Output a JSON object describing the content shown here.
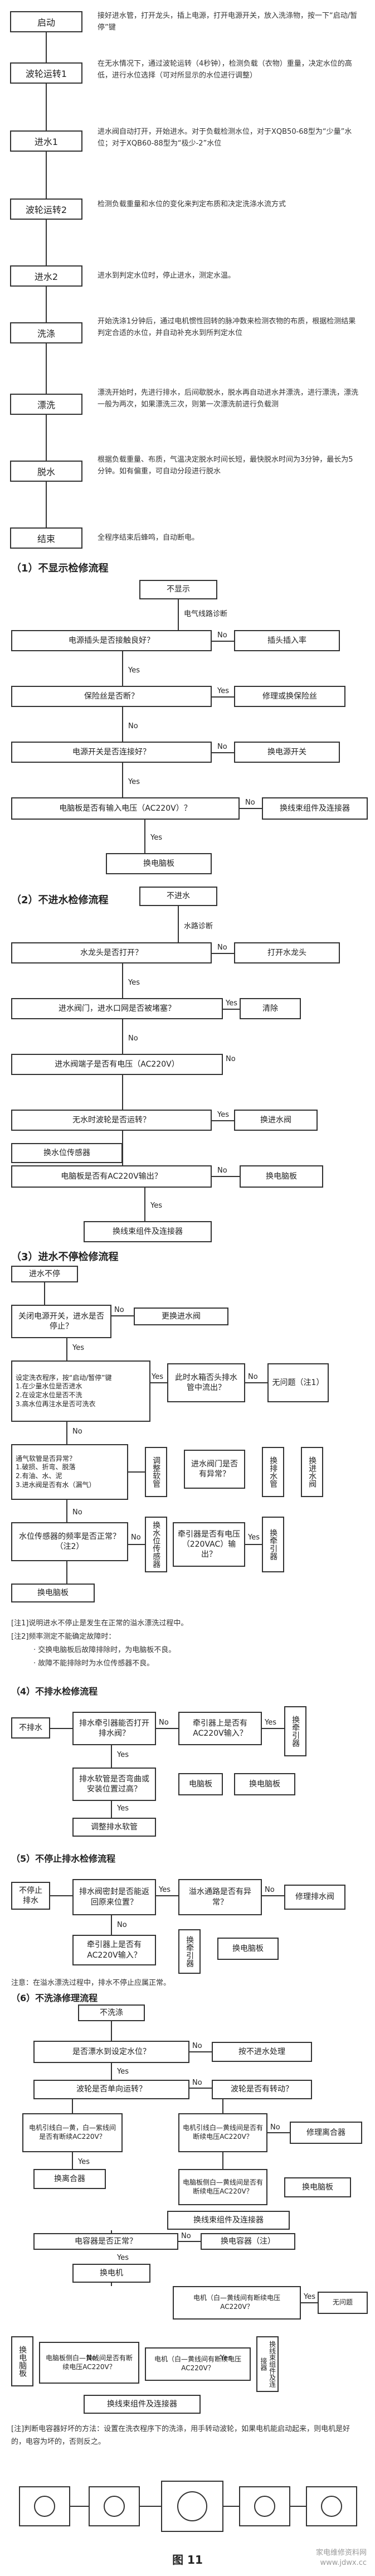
{
  "steps": [
    {
      "label": "启动",
      "desc": "接好进水管，打开龙头，插上电源，打开电源开关，放入洗涤物，按一下“启动/暂停”键"
    },
    {
      "label": "波轮运转1",
      "desc": "在无水情况下，通过波轮运转（4秒钟），检测负载（衣物）重量，决定水位的高低，进行水位选择（可对所显示的水位进行调整）"
    },
    {
      "label": "进水1",
      "desc": "进水阀自动打开，开始进水。对于负载检测水位，对于XQB50-68型为“少量”水位；对于XQB60-88型为“极少-2”水位"
    },
    {
      "label": "波轮运转2",
      "desc": "检测负载重量和水位的变化来判定布质和决定洗涤水流方式"
    },
    {
      "label": "进水2",
      "desc": "进水到判定水位时，停止进水，测定水温。"
    },
    {
      "label": "洗涤",
      "desc": "开始洗涤1分钟后，通过电机惯性回转的脉冲数来检测衣物的布质，根据检测结果判定合适的水位，并自动补充水到所判定水位"
    },
    {
      "label": "漂洗",
      "desc": "漂洗开始时，先进行排水，后间歇脱水，脱水再自动进水并漂洗，进行漂洗，漂洗一般为两次，如果漂洗三次，则第一次漂洗前进行负载测"
    },
    {
      "label": "脱水",
      "desc": "根据负载重量、布质，气温决定脱水时间长短，最快脱水时间为3分钟，最长为5分钟。如有偏重，可自动分段进行脱水"
    },
    {
      "label": "结束",
      "desc": "全程序结束后蜂鸣，自动断电。"
    }
  ],
  "sections": {
    "s1": {
      "title": "（1）不显示检修流程",
      "start": "不显示",
      "diag": "电气线路诊断",
      "q1": "电源插头是否接触良好？",
      "a1": "插头插入率",
      "q2": "保险丝是否断？",
      "a2": "修理或换保险丝",
      "q3": "电源开关是否连接好？",
      "a3": "换电源开关",
      "q4": "电脑板是否有输入电压（AC220V）？",
      "a4": "换线束组件及连接器",
      "a5": "换电脑板"
    },
    "s2": {
      "title": "（2）不进水检修流程",
      "start": "不进水",
      "diag": "水路诊断",
      "q1": "水龙头是否打开？",
      "a1": "打开水龙头",
      "q2": "进水阀门，进水口网是否被堵塞？",
      "a2": "清除",
      "q3": "进水阀端子是否有电压（AC220V）",
      "q4": "无水时波轮是否运转？",
      "a4": "换进水阀",
      "a5": "换水位传感器",
      "q5": "电脑板是否有AC220V输出？",
      "a6": "换电脑板",
      "a7": "换线束组件及连接器"
    },
    "s3": {
      "title": "（3）进水不停检修流程",
      "start": "进水不停",
      "q1": "关闭电源开关，进水是否停止？",
      "a1": "更换进水阀",
      "q2": "设定洗衣程序，按“启动/暂停”键\n1.在少量水位是否进水\n2.在设定水位是否不洗\n3.高水位再注水是否可洗衣",
      "q3": "此时水箱否头排水管中流出？",
      "a3": "无问题（注1）",
      "q4": "通气软管是否异常？\n1.破损、折弯、脱落\n2.有油、水、泥\n3.进水阀是否有水（漏气）",
      "a4": "调整软管",
      "a5": "换进水阀",
      "q6": "进水阀门是否有异常？",
      "a6": "换排水管",
      "q7": "水位传感器的频率是否正常？（注2）",
      "a7": "换水位传感器",
      "q8": "牵引器是否有电压（220VAC）输出？",
      "a8": "换牵引器",
      "a9": "换电脑板"
    },
    "notes1": [
      "[注1]说明进水不停止是发生在正常的溢水漂洗过程中。",
      "[注2]频率测定不能确定故障时：",
      "· 交换电脑板后故障排除时，为电脑板不良。",
      "· 故障不能排除时为水位传感器不良。"
    ],
    "s4": {
      "title": "（4）不排水检修流程",
      "start": "不排水",
      "q1": "排水牵引器能否打开排水阀？",
      "q2": "牵引器上是否有AC220V输入？",
      "a2": "换牵引器",
      "q3": "排水软管是否弯曲或安装位置过高？",
      "q4": "电脑板",
      "a4": "换电脑板",
      "a5": "调整排水软管"
    },
    "s5": {
      "title": "（5）不停止排水检修流程",
      "start": "不停止排水",
      "q1": "排水阀密封是否能返回原来位置？",
      "q2": "溢水通路是否有异常？",
      "a2": "修理排水阀",
      "q3": "牵引器上是否有AC220V输入？",
      "a3": "换牵引器",
      "a4": "换电脑板",
      "note": "注意：在溢水漂洗过程中，排水不停止应属正常。"
    },
    "s6": {
      "title": "（6）不洗涤修理流程",
      "start": "不洗涤",
      "q1": "是否漂水到设定水位？",
      "a1": "按不进水处理",
      "q2": "波轮是否单向运转？",
      "q3": "波轮是否有转动？",
      "q4": "电机引线白—黄，白—紫线间是否有断续AC220V？",
      "a4": "换离合器",
      "q5": "电机引线白—黄线间是否有断续电压AC220V？",
      "a5": "修理离合器",
      "q6": "电脑板侧白—黄线间是否有断续电压AC220V？",
      "a6": "换电脑板",
      "a7": "换线束组件及连接器",
      "q8": "电容器是否正常？",
      "a8": "换电容器（注）",
      "a9": "换电机",
      "q10": "电机（白—黄线间有断续电压AC220V？",
      "a10": "无问题",
      "q11": "电脑板侧白—黄线间是否有断续电压AC220V？",
      "a11": "换电脑板",
      "a12": "换线束组件及连接器",
      "note": "[注]判断电容器好坏的方法：设置在洗衣程序下的洗涤，用手转动波轮，如果电机能启动起来，则电机是好的，电容为坏的，否则反之。"
    },
    "caption": "图 11",
    "watermark": [
      "家电维修资料网",
      "www.jdwx.cc"
    ]
  },
  "branch": {
    "yes": "Yes",
    "no": "No"
  }
}
